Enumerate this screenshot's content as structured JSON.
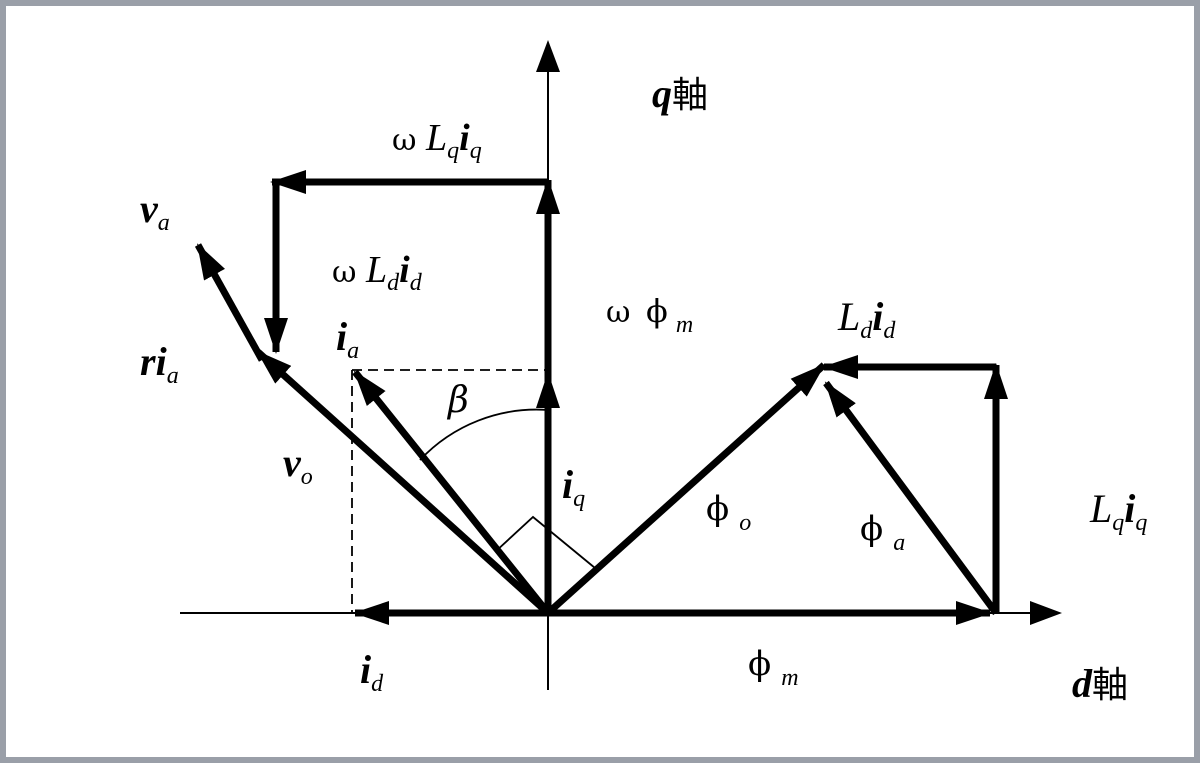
{
  "labels": {
    "q_axis": {
      "var": "q",
      "kanji": "軸"
    },
    "d_axis": {
      "var": "d",
      "kanji": "軸"
    },
    "omega_Lq_iq": {
      "pre": "ω ",
      "L": "L",
      "Lsub": "q",
      "i": "i",
      "isub": "q"
    },
    "omega_Ld_id": {
      "pre": "ω ",
      "L": "L",
      "Lsub": "d",
      "i": "i",
      "isub": "d"
    },
    "omega_phi_m": {
      "pre": "ω ",
      "phi": "ϕ",
      "sub": "m"
    },
    "v_a": {
      "v": "v",
      "sub": "a"
    },
    "r_i_a": {
      "r": "r",
      "i": "i",
      "sub": "a"
    },
    "i_a": {
      "i": "i",
      "sub": "a"
    },
    "beta": "β",
    "v_o": {
      "v": "v",
      "sub": "o"
    },
    "i_q": {
      "i": "i",
      "sub": "q"
    },
    "i_d": {
      "i": "i",
      "sub": "d"
    },
    "phi_o": {
      "phi": "ϕ",
      "sub": "o"
    },
    "phi_a": {
      "phi": "ϕ",
      "sub": "a"
    },
    "phi_m": {
      "phi": "ϕ",
      "sub": "m"
    },
    "Ld_id": {
      "L": "L",
      "Lsub": "d",
      "i": "i",
      "isub": "d"
    },
    "Lq_iq": {
      "L": "L",
      "Lsub": "q",
      "i": "i",
      "isub": "q"
    }
  },
  "colors": {
    "ink": "#000000",
    "border": "#9a9fa8",
    "background": "#ffffff"
  }
}
